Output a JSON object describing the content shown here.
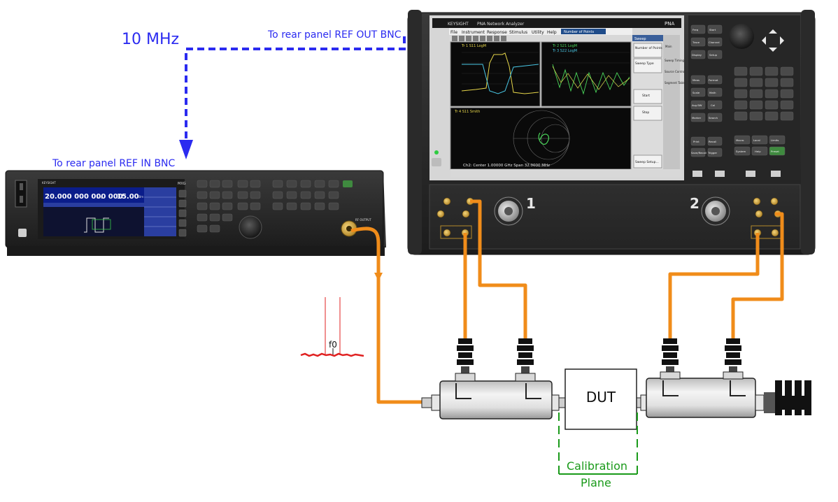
{
  "labels": {
    "ref_freq": "10 MHz",
    "ref_out": "To rear panel REF OUT BNC",
    "ref_in": "To rear panel REF IN BNC",
    "dut": "DUT",
    "calibration_line1": "Calibration",
    "calibration_line2": "Plane",
    "spectrum_marker": "f0"
  },
  "signal_generator": {
    "brand": "KEYSIGHT",
    "model_badge": "MXG",
    "frequency": "20.000 000 000 000",
    "freq_unit": "GHz",
    "amplitude": "15.00",
    "amp_unit": "dBm",
    "port_label": "RF OUTPUT"
  },
  "network_analyzer": {
    "brand": "KEYSIGHT",
    "title": "PNA Network Analyzer",
    "badge": "PNA",
    "menu": [
      "File",
      "Instrument",
      "Response",
      "Stimulus",
      "Utility",
      "Help"
    ],
    "toolbar_field": "Number of Points",
    "side_panel_title": "Sweep",
    "side_buttons": [
      "Number of Points",
      "Sweep Type",
      "Start",
      "Stop",
      "Sweep Setup..."
    ],
    "side_tabs": [
      "Main",
      "Sweep Timing",
      "Source Control",
      "Segment Table"
    ],
    "trace_labels": [
      "Tr 1 S11 LogM",
      "Tr 2 S21 LogM",
      "Tr 3 S22 LogM",
      "Tr 4 S11 Smith"
    ],
    "status_bar": "Ch2: Center 1.00000 GHz          Span 32.0000 MHz",
    "port_1": "1",
    "port_2": "2",
    "front_keys": [
      "Freq",
      "Start",
      "Trace",
      "Channel",
      "Display",
      "Setup",
      "Meas",
      "Format",
      "Scale",
      "Math",
      "Avg BW",
      "Cal",
      "Marker",
      "Search",
      "Print",
      "Recall",
      "Save/Recall",
      "Trigger",
      "Macro",
      "Local",
      "Limits",
      "System",
      "Help",
      "Preset"
    ]
  },
  "colors": {
    "reference_link": "#2b2bf0",
    "rf_cable": "#f08c1a",
    "calibration_plane": "#1a9a1a",
    "spectrum": "#e02020"
  }
}
